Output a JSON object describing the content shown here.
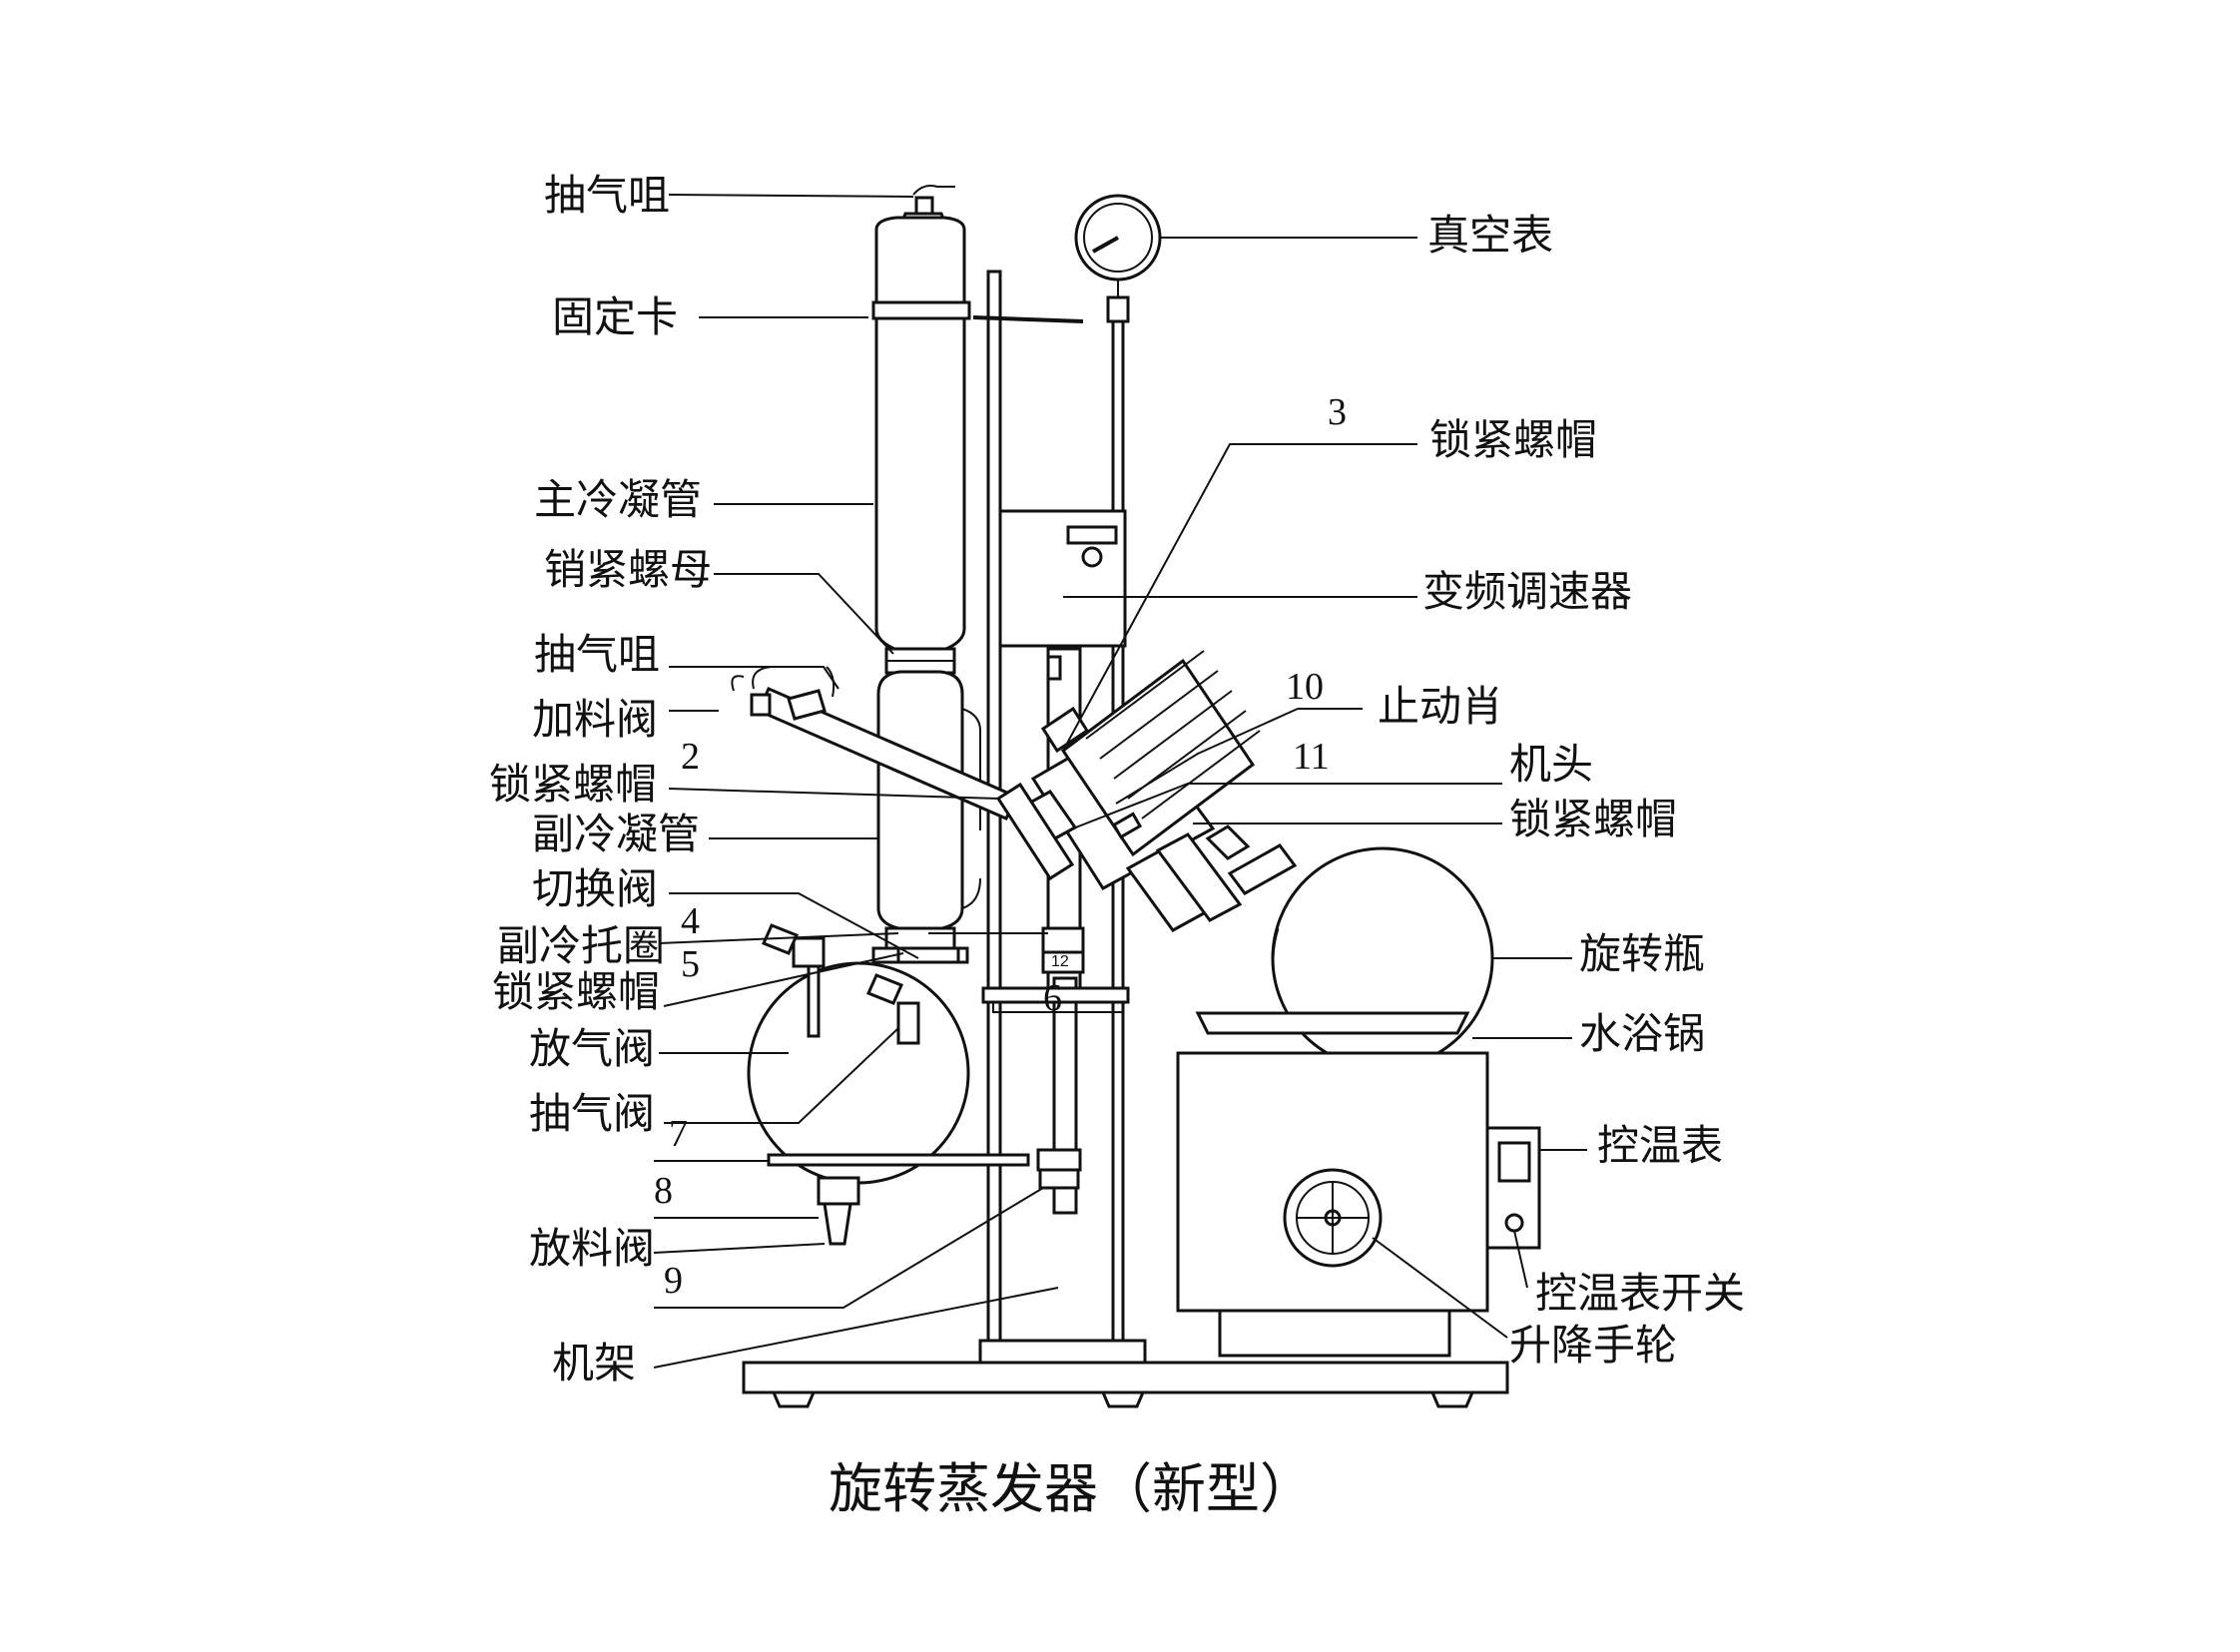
{
  "caption": "旋转蒸发器（新型）",
  "labels": {
    "vacuum_nozzle_top": "抽气咀",
    "fixing_clamp": "固定卡",
    "main_condenser": "主冷凝管",
    "pin_lock_nut": "销紧螺母",
    "vacuum_nozzle": "抽气咀",
    "feed_valve": "加料阀",
    "lock_cap_left": "锁紧螺帽",
    "sub_condenser": "副冷凝管",
    "switch_valve": "切换阀",
    "sub_cooling_ring": "副冷托圈",
    "lock_cap_lower": "锁紧螺帽",
    "vent_valve": "放气阀",
    "suction_valve": "抽气阀",
    "discharge_valve": "放料阀",
    "frame": "机架",
    "vacuum_gauge": "真空表",
    "lock_cap_3": "锁紧螺帽",
    "speed_controller": "变频调速器",
    "stop_pin": "止动肖",
    "machine_head": "机头",
    "lock_cap_right": "锁紧螺帽",
    "rotary_flask": "旋转瓶",
    "water_bath": "水浴锅",
    "temp_controller": "控温表",
    "temp_switch": "控温表开关",
    "lift_handwheel": "升降手轮"
  },
  "numbers": {
    "n2": "2",
    "n3": "3",
    "n4": "4",
    "n5": "5",
    "n6": "6",
    "n7": "7",
    "n8": "8",
    "n9": "9",
    "n10": "10",
    "n11": "11",
    "n12": "12"
  }
}
